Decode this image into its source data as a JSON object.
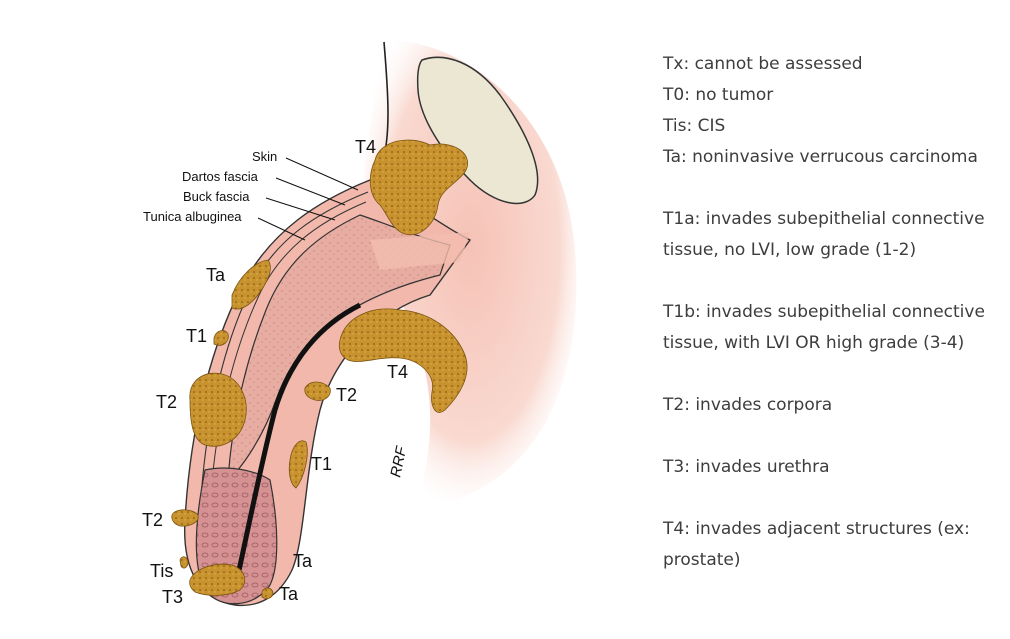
{
  "diagram": {
    "anatomy_labels": {
      "skin": "Skin",
      "dartos": "Dartos fascia",
      "buck": "Buck fascia",
      "tunica": "Tunica albuginea"
    },
    "stage_labels": {
      "t4_top": "T4",
      "ta_upper": "Ta",
      "t1_left": "T1",
      "t2_left": "T2",
      "t4_right": "T4",
      "t2_right": "T2",
      "t1_right": "T1",
      "t2_lower": "T2",
      "tis": "Tis",
      "t3": "T3",
      "ta_tip1": "Ta",
      "ta_tip2": "Ta"
    },
    "signature": "RRF",
    "colors": {
      "tumor": "#c8922e",
      "skin_tissue": "#f6c9bd",
      "corpus": "#e2a59a",
      "bone": "#ece7d2"
    }
  },
  "legend": {
    "blocks": [
      [
        "Tx: cannot be assessed",
        "T0: no tumor",
        "Tis: CIS",
        "Ta: noninvasive verrucous carcinoma"
      ],
      [
        "T1a: invades subepithelial connective",
        "tissue, no LVI, low grade (1-2)"
      ],
      [
        "T1b: invades subepithelial connective",
        "tissue, with LVI OR high grade (3-4)"
      ],
      [
        "T2: invades corpora"
      ],
      [
        "T3: invades urethra"
      ],
      [
        "T4: invades adjacent structures (ex:",
        "prostate)"
      ]
    ]
  }
}
